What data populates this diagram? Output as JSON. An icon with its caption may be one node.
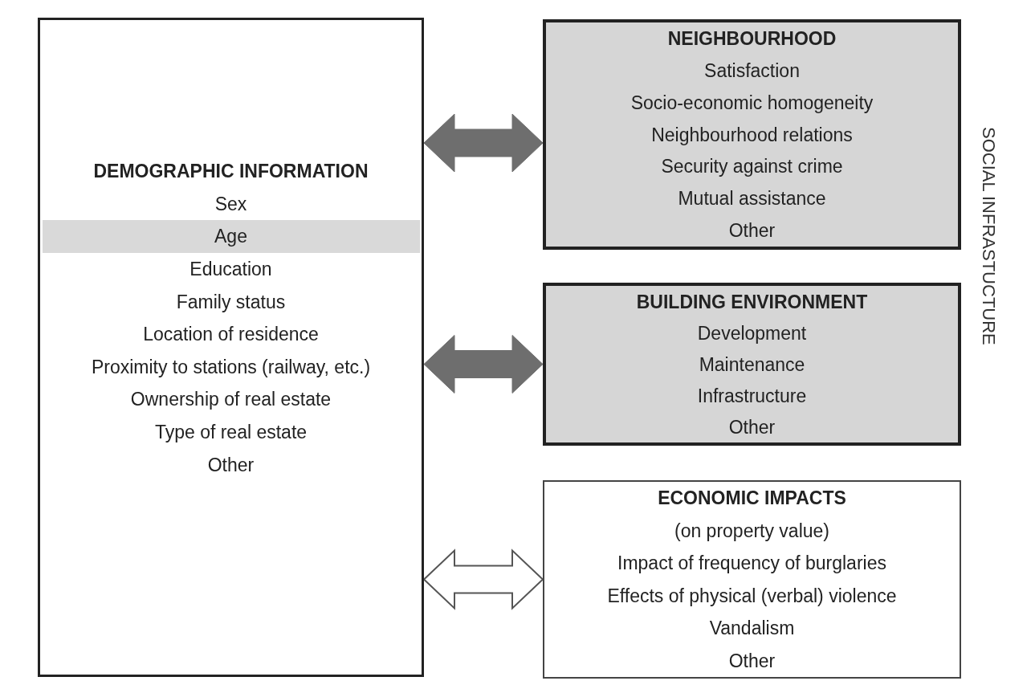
{
  "diagram": {
    "nodes": [
      {
        "text": [
          "DEMOGRAPHIC INFORMATION",
          "Sex",
          "Education",
          "Family status",
          "Location of residence",
          "Proximity to stations (railway, etc.)",
          "Ownership of real estate",
          "Type of real estate",
          "Other"
        ]
      },
      {
        "text": [
          "Age"
        ],
        "in": 0
      },
      {
        "text": [
          "NEIGHBOURHOOD",
          "Satisfaction",
          "Socio-economic homogeneity",
          "Neighbourhood relations",
          "Security against crime",
          "Mutual assistance",
          "Other"
        ]
      },
      {
        "text": [
          "BUILDING ENVIRONMENT",
          "Development",
          "Maintenance",
          "Infrastructure",
          "Other"
        ]
      },
      {
        "text": [
          "ECONOMIC IMPACTS",
          "(on property value)",
          "Impact of frequency of burglaries",
          "Effects of physical (verbal) violence",
          "Vandalism",
          "Other"
        ]
      }
    ],
    "edges": [
      {
        "from": 0,
        "to": 2,
        "arrow": "both",
        "style": "thick"
      },
      {
        "from": 0,
        "to": 3,
        "arrow": "both",
        "style": "thick"
      },
      {
        "from": 0,
        "to": 4,
        "arrow": "both"
      }
    ],
    "labels": [
      "SOCIAL INFRASTUCTURE"
    ]
  }
}
